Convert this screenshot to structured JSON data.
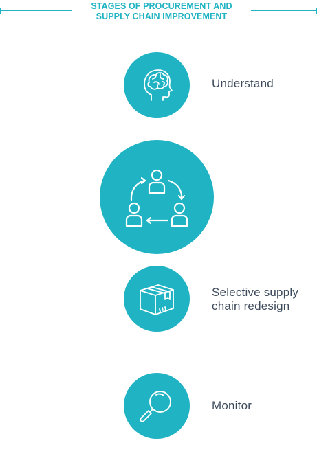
{
  "header": {
    "title_line1": "STAGES OF PROCUREMENT AND",
    "title_line2": "SUPPLY CHAIN IMPROVEMENT"
  },
  "colors": {
    "accent": "#1fb3c3",
    "label_text": "#3d4a5c",
    "icon_stroke": "#ffffff"
  },
  "stages": [
    {
      "icon": "brain-head-icon",
      "label": "Understand"
    },
    {
      "icon": "people-cycle-icon",
      "label": ""
    },
    {
      "icon": "box-icon",
      "label_line1": "Selective supply",
      "label_line2": "chain redesign"
    },
    {
      "icon": "magnifier-icon",
      "label": "Monitor"
    }
  ]
}
